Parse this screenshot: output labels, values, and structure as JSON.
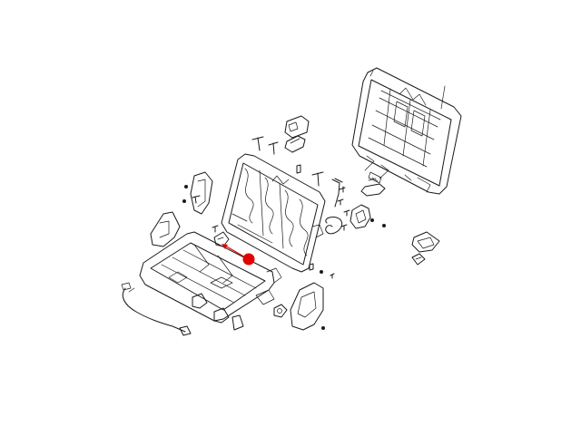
{
  "diagram": {
    "type": "exploded-parts-diagram",
    "parts": [
      "seatback-frame-rear",
      "seatback-frame",
      "seat-cushion-frame",
      "side-cover-left",
      "side-cover-small",
      "side-cover-right",
      "headrest-guide",
      "recliner-cable",
      "wire-clip",
      "bracket-assembly",
      "bolts-and-screws"
    ],
    "highlight": {
      "color": "#e00000",
      "marker": "red-dot",
      "pointer": "arrow"
    },
    "line_color": "#1a1a1a",
    "background": "#ffffff"
  }
}
